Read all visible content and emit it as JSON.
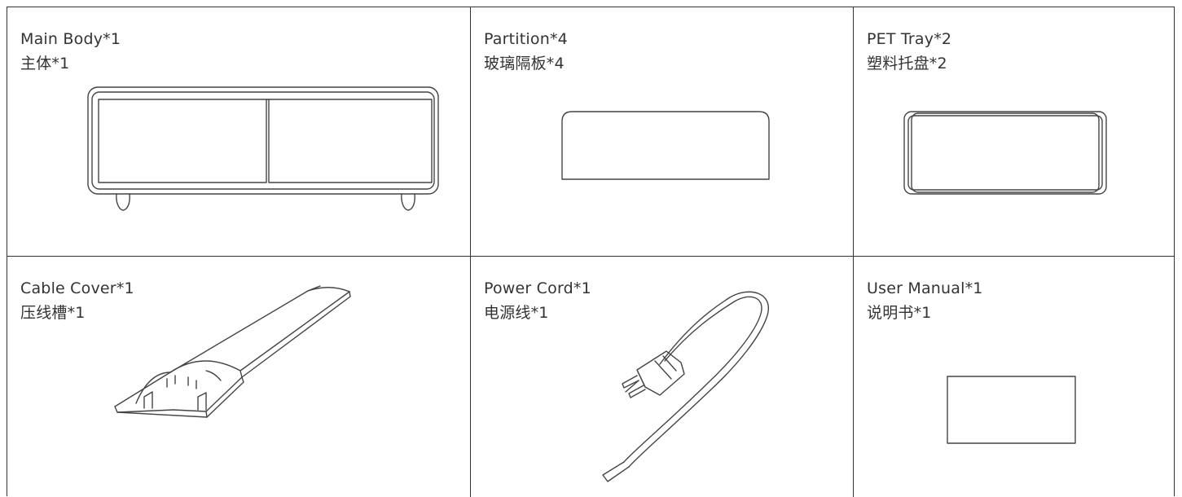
{
  "items": [
    {
      "name_en": "Main Body*1",
      "name_zh": "主体*1",
      "icon": "sideboard-cabinet"
    },
    {
      "name_en": "Partition*4",
      "name_zh": "玻璃隔板*4",
      "icon": "glass-partition"
    },
    {
      "name_en": "PET Tray*2",
      "name_zh": "塑料托盘*2",
      "icon": "pet-tray"
    },
    {
      "name_en": "Cable Cover*1",
      "name_zh": "压线槽*1",
      "icon": "cable-cover"
    },
    {
      "name_en": "Power Cord*1",
      "name_zh": "电源线*1",
      "icon": "power-cord"
    },
    {
      "name_en": "User Manual*1",
      "name_zh": "说明书*1",
      "icon": "user-manual"
    }
  ]
}
